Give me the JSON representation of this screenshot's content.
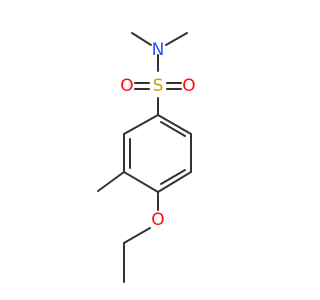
{
  "molecule": {
    "atoms": {
      "nitrogen": {
        "label": "N",
        "color": "#3050F8"
      },
      "sulfur": {
        "label": "S",
        "color": "#C8A000"
      },
      "oxygen_left": {
        "label": "O",
        "color": "#FF0D0D"
      },
      "oxygen_right": {
        "label": "O",
        "color": "#FF0D0D"
      },
      "oxygen_ether": {
        "label": "O",
        "color": "#FF0D0D"
      }
    },
    "colors": {
      "bond": "#333333",
      "background": "#ffffff"
    }
  }
}
